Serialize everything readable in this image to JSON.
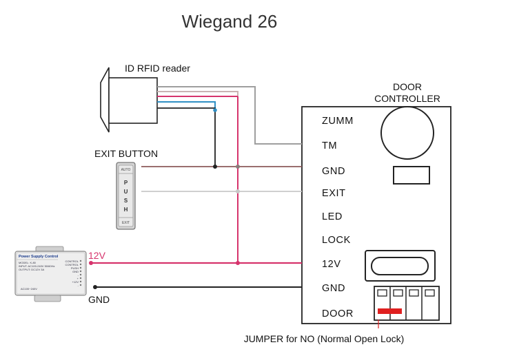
{
  "title": "Wiegand 26",
  "reader": {
    "label": "ID RFID reader"
  },
  "exit_button": {
    "label": "EXIT BUTTON",
    "top_text": "AUTO",
    "bottom_text": "EXIT",
    "push_letters": [
      "P",
      "U",
      "S",
      "H"
    ]
  },
  "controller": {
    "label_line1": "DOOR",
    "label_line2": "CONTROLLER",
    "terminals": [
      "ZUMM",
      "TM",
      "GND",
      "EXIT",
      "LED",
      "LOCK",
      "12V",
      "GND",
      "DOOR"
    ]
  },
  "power_supply": {
    "label_12v": "12V",
    "label_gnd": "GND",
    "title": "Power Supply Control",
    "line1": "MODEL: K-80",
    "line2": "INPUT: AC100-240V 50/60Hz",
    "line3": "OUTPUT: DC12V 3A",
    "side_labels": [
      "CONTROL",
      "CONTROL",
      "PUSH",
      "GND",
      "-",
      "+",
      "+12V",
      "-"
    ],
    "bottom_text": "AC100~240V"
  },
  "jumper": {
    "label": "JUMPER for NO (Normal Open Lock)"
  },
  "colors": {
    "red_wire": "#d6336c",
    "gray_wire": "#9e9e9e",
    "blue_wire": "#2f8fc4",
    "brown_wire": "#8b5a5a",
    "black_wire": "#222222",
    "jumper": "#e02020"
  }
}
